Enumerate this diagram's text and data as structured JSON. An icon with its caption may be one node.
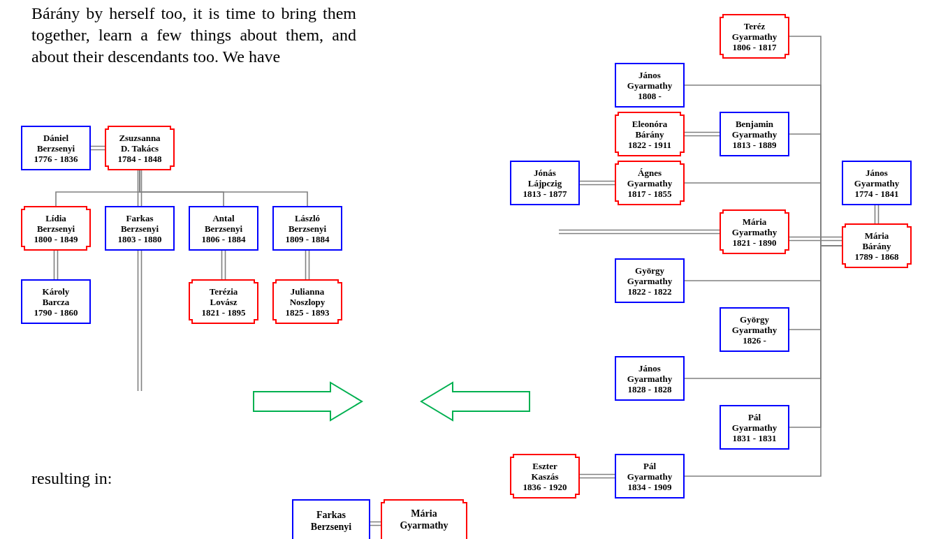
{
  "diagram": {
    "nodes": [
      {
        "text": [
          "Dániel Berzsenyi",
          "1776 - 1836"
        ]
      },
      {
        "text": [
          "Zsuzsanna D. Takács",
          "1784 - 1848"
        ]
      },
      {
        "text": [
          "Lídia Berzsenyi",
          "1800 - 1849"
        ]
      },
      {
        "text": [
          "Farkas Berzsenyi",
          "1803 - 1880"
        ]
      },
      {
        "text": [
          "Antal Berzsenyi",
          "1806 - 1884"
        ]
      },
      {
        "text": [
          "László Berzsenyi",
          "1809 - 1884"
        ]
      },
      {
        "text": [
          "Károly Barcza",
          "1790 - 1860"
        ]
      },
      {
        "text": [
          "Terézia Lovász",
          "1821 - 1895"
        ]
      },
      {
        "text": [
          "Julianna Noszlopy",
          "1825 - 1893"
        ]
      },
      {
        "text": [
          "Teréz Gyarmathy",
          "1806 - 1817"
        ]
      },
      {
        "text": [
          "János Gyarmathy",
          "1808 -"
        ]
      },
      {
        "text": [
          "János Gyarmathy",
          "1774 - 1841"
        ]
      },
      {
        "text": [
          "Benjamin Gyarmathy",
          "1813 - 1889"
        ]
      },
      {
        "text": [
          "Mária Bárány",
          "1789 - 1868"
        ]
      },
      {
        "text": [
          "Eleonóra Bárány",
          "1822 - 1911"
        ]
      },
      {
        "text": [
          "Ágnes Gyarmathy",
          "1817 - 1855"
        ]
      },
      {
        "text": [
          "Jónás Lájpczig",
          "1813 - 1877"
        ]
      },
      {
        "text": [
          "Mária Gyarmathy",
          "1821 - 1890"
        ]
      },
      {
        "text": [
          "György Gyarmathy",
          "1822 - 1822"
        ]
      },
      {
        "text": [
          "György Gyarmathy",
          "1826 -"
        ]
      },
      {
        "text": [
          "János Gyarmathy",
          "1828 - 1828"
        ]
      },
      {
        "text": [
          "Pál Gyarmathy",
          "1831 - 1831"
        ]
      },
      {
        "text": [
          "Pál Gyarmathy",
          "1834 - 1909"
        ]
      },
      {
        "text": [
          "Eszter Kaszás",
          "1836 - 1920"
        ]
      },
      {
        "text": [
          "Farkas Berzsenyi"
        ]
      },
      {
        "text": [
          "Mária Gyarmathy"
        ]
      }
    ],
    "edges": [
      {
        "from": 0,
        "to": 1,
        "arrow": "none"
      },
      {
        "from": 1,
        "to": 2,
        "arrow": "none"
      },
      {
        "from": 1,
        "to": 3,
        "arrow": "none"
      },
      {
        "from": 1,
        "to": 4,
        "arrow": "none"
      },
      {
        "from": 1,
        "to": 5,
        "arrow": "none"
      },
      {
        "from": 2,
        "to": 6,
        "arrow": "none"
      },
      {
        "from": 4,
        "to": 7,
        "arrow": "none"
      },
      {
        "from": 5,
        "to": 8,
        "arrow": "none"
      },
      {
        "from": 3,
        "to": null,
        "arrow": "none"
      },
      {
        "from": 11,
        "to": 13,
        "arrow": "none"
      },
      {
        "from": 13,
        "to": 9,
        "arrow": "none"
      },
      {
        "from": 13,
        "to": 10,
        "arrow": "none"
      },
      {
        "from": 13,
        "to": 12,
        "arrow": "none"
      },
      {
        "from": 13,
        "to": 15,
        "arrow": "none"
      },
      {
        "from": 13,
        "to": 17,
        "arrow": "none"
      },
      {
        "from": 13,
        "to": 18,
        "arrow": "none"
      },
      {
        "from": 13,
        "to": 19,
        "arrow": "none"
      },
      {
        "from": 13,
        "to": 20,
        "arrow": "none"
      },
      {
        "from": 13,
        "to": 21,
        "arrow": "none"
      },
      {
        "from": 13,
        "to": 22,
        "arrow": "none"
      },
      {
        "from": 12,
        "to": 14,
        "arrow": "none"
      },
      {
        "from": 15,
        "to": 16,
        "arrow": "none"
      },
      {
        "from": 17,
        "to": null,
        "arrow": "none"
      },
      {
        "from": 22,
        "to": 23,
        "arrow": "none"
      },
      {
        "from": 24,
        "to": 25,
        "arrow": "none"
      }
    ],
    "labels": [
      "Bárány by herself too, it is time to bring them together, learn a few things about them, and about their descendants too. We have",
      "resulting in:"
    ]
  }
}
